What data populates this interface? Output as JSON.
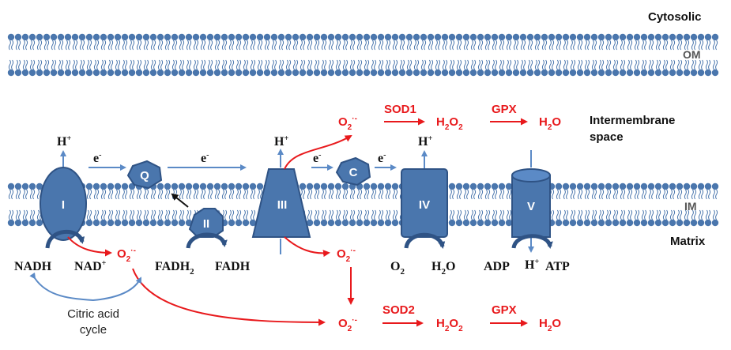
{
  "regions": {
    "cytosolic": "Cytosolic",
    "outer_membrane": "OM",
    "intermembrane_1": "Intermembrane",
    "intermembrane_2": "space",
    "inner_membrane": "IM",
    "matrix": "Matrix"
  },
  "complexes": {
    "c1": "I",
    "q": "Q",
    "c2": "II",
    "c3": "III",
    "c": "C",
    "c4": "IV",
    "c5": "V"
  },
  "labels": {
    "h_plus_base": "H",
    "h_plus_sup": "+",
    "e_base": "e",
    "e_sup": "-",
    "nadh": "NADH",
    "nad_base": "NAD",
    "nad_sup": "+",
    "fadh2_base": "FADH",
    "fadh2_sub": "2",
    "fadh": "FADH",
    "o2_base": "O",
    "o2_sub": "2",
    "h2o_h": "H",
    "h2o_sub": "2",
    "h2o_o": "O",
    "adp": "ADP",
    "atp": "ATP",
    "citric_1": "Citric acid",
    "citric_2": "cycle"
  },
  "ros": {
    "superoxide_base": "O",
    "superoxide_sub": "2",
    "superoxide_sup": "·-",
    "sod1": "SOD1",
    "sod2": "SOD2",
    "gpx": "GPX",
    "h2o2_h": "H",
    "h2o2_sub": "2",
    "h2o2_o": "O",
    "h2o2_sub2": "2",
    "water_h": "H",
    "water_sub": "2",
    "water_o": "O"
  },
  "colors": {
    "complex_fill": "#4a76ad",
    "complex_stroke": "#2f5385",
    "membrane": "#4a76ad",
    "electron_arrow": "#5b8ac6",
    "ros": "#e8191c"
  }
}
